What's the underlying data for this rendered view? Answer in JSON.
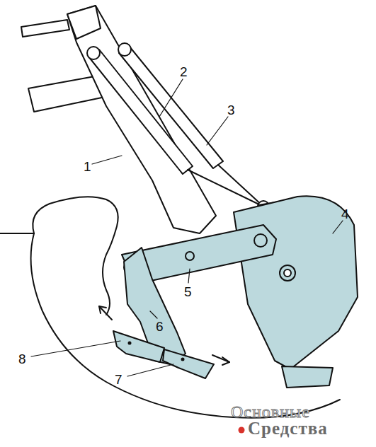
{
  "diagram": {
    "labels": [
      "1",
      "2",
      "3",
      "4",
      "5",
      "6",
      "7",
      "8",
      "Основные",
      "Средства"
    ]
  }
}
